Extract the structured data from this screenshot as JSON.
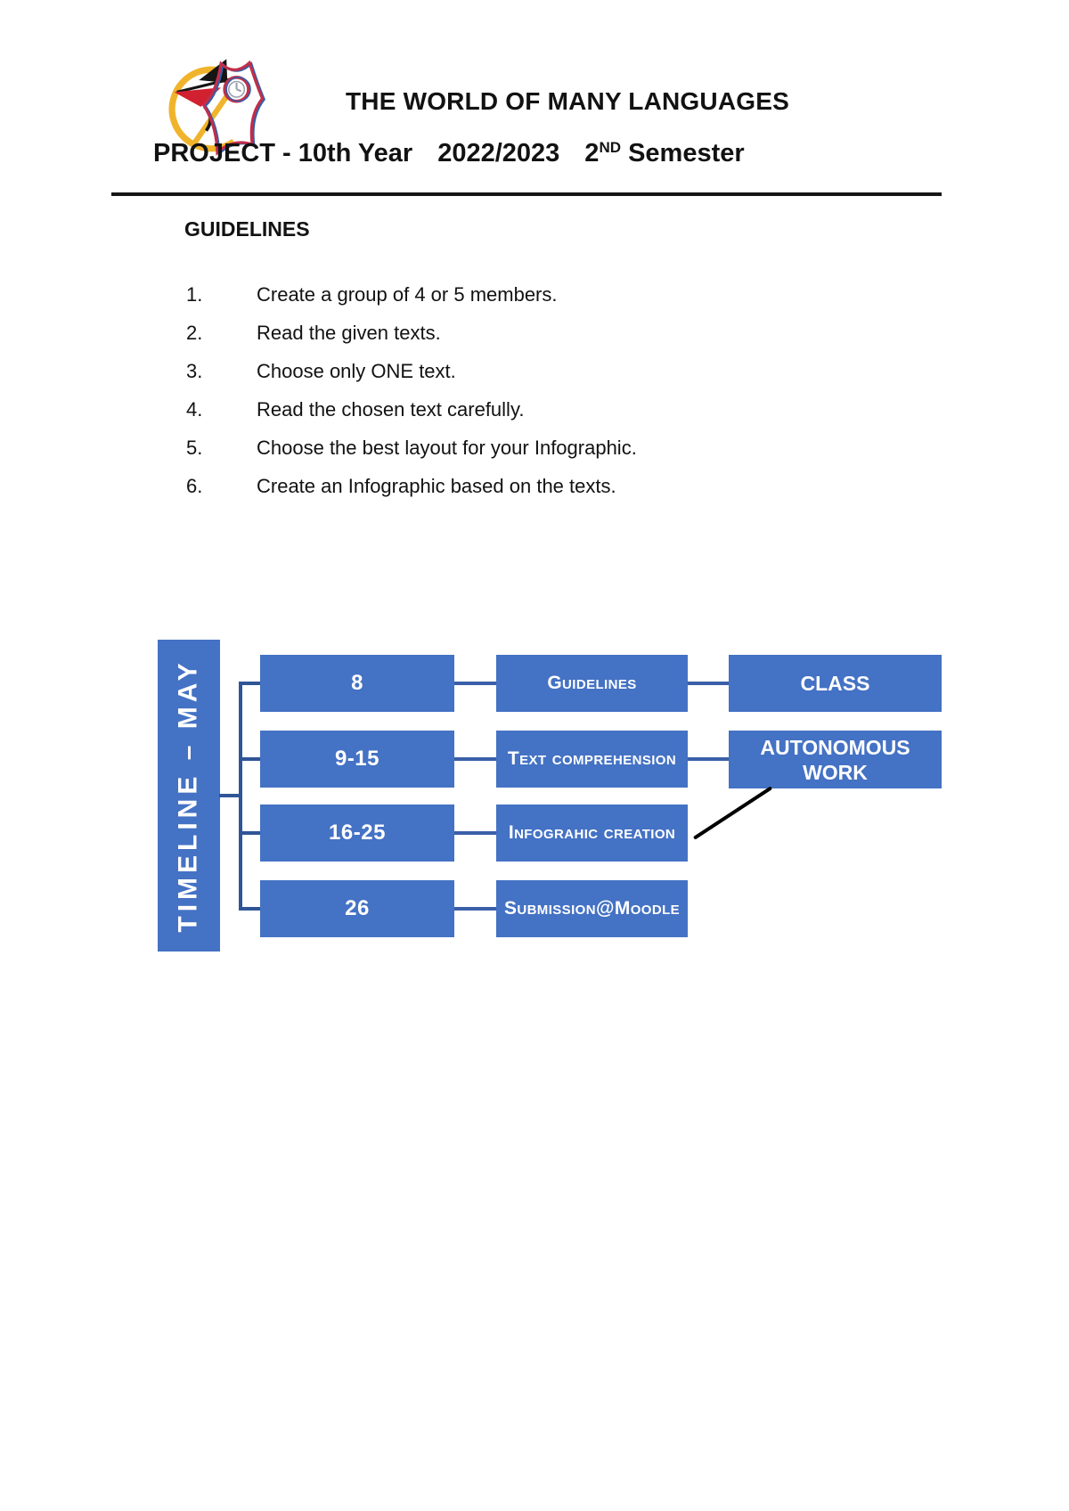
{
  "header": {
    "title": "THE WORLD OF MANY LANGUAGES",
    "project_line": {
      "part1": "PROJECT - 10th Year",
      "part2": "2022/2023",
      "semester_number": "2",
      "semester_ordinal": "ND",
      "semester_word": "Semester"
    }
  },
  "guidelines": {
    "heading": "GUIDELINES",
    "items": [
      {
        "num": "1.",
        "text": "Create a group of 4 or 5 members."
      },
      {
        "num": "2.",
        "text": "Read the given texts."
      },
      {
        "num": "3.",
        "text": "Choose only ONE text."
      },
      {
        "num": "4.",
        "text": "Read the chosen text carefully."
      },
      {
        "num": "5.",
        "text": "Choose the best layout for your Infographic."
      },
      {
        "num": "6.",
        "text": "Create an Infographic based on the texts."
      }
    ]
  },
  "timeline": {
    "bar_label": "TIMELINE – MAY",
    "rows": [
      {
        "date": "8",
        "task": "Guidelines",
        "mode": "CLASS"
      },
      {
        "date": "9-15",
        "task": "Text comprehension",
        "mode": "AUTONOMOUS WORK"
      },
      {
        "date": "16-25",
        "task": "Infograhic creation",
        "mode": ""
      },
      {
        "date": "26",
        "task": "Submission@Moodle",
        "mode": ""
      }
    ],
    "colors": {
      "box_fill": "#4472C4",
      "connector": "#3A5FA8",
      "connector_dark": "#2F5597",
      "box_text": "#FFFFFF",
      "link_line": "#000000"
    }
  }
}
